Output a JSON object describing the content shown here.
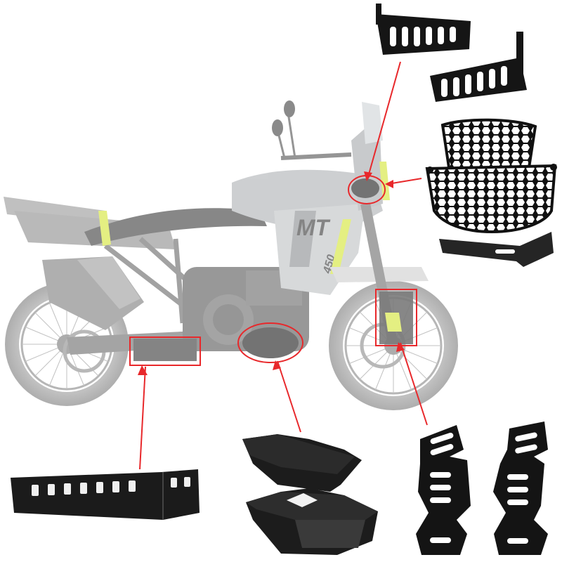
{
  "image": {
    "subject": "motorcycle-accessory-kit",
    "background_color": "#ffffff",
    "callout_color": "#e8282b"
  },
  "motorcycle": {
    "tank_logo": "MT",
    "tank_model": "450",
    "body_color": "#b9bcbf",
    "accent_color": "#d4e637"
  },
  "parts": [
    {
      "id": "radiator-side-guards",
      "icon": "slotted-bracket-icon"
    },
    {
      "id": "headlight-grille-guard",
      "icon": "honeycomb-grille-icon"
    },
    {
      "id": "headlight-grille-bracket",
      "icon": "bracket-icon"
    },
    {
      "id": "exhaust-heat-shield",
      "icon": "slotted-plate-icon"
    },
    {
      "id": "engine-case-covers",
      "icon": "skid-plate-icon"
    },
    {
      "id": "fork-guard-covers",
      "icon": "fork-guard-icon"
    }
  ]
}
